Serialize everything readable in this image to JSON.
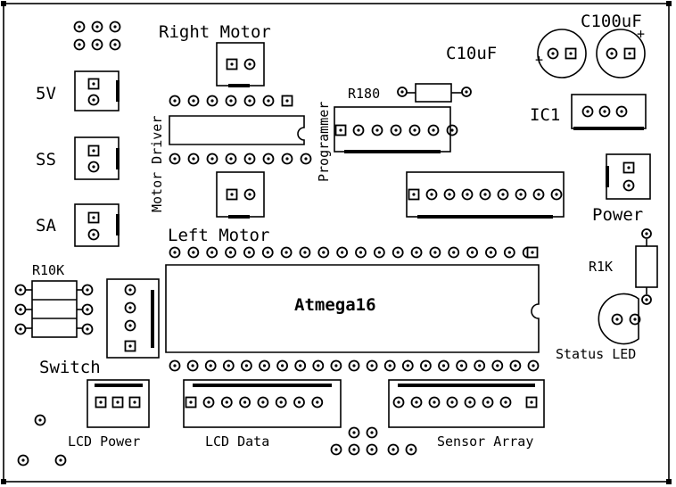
{
  "board": {
    "labels": {
      "right_motor": "Right Motor",
      "left_motor": "Left Motor",
      "motor_driver": "Motor Driver",
      "programmer": "Programmer",
      "c10uf": "C10uF",
      "c100uf": "C100uF",
      "r180": "R180",
      "ic1": "IC1",
      "power": "Power",
      "r1k": "R1K",
      "status_led": "Status LED",
      "atmega": "Atmega16",
      "v5": "5V",
      "ss": "SS",
      "sa": "SA",
      "r10k": "R10K",
      "switch": "Switch",
      "lcd_power": "LCD Power",
      "lcd_data": "LCD Data",
      "sensor_array": "Sensor Array",
      "plus1": "+",
      "plus2": "+"
    }
  }
}
